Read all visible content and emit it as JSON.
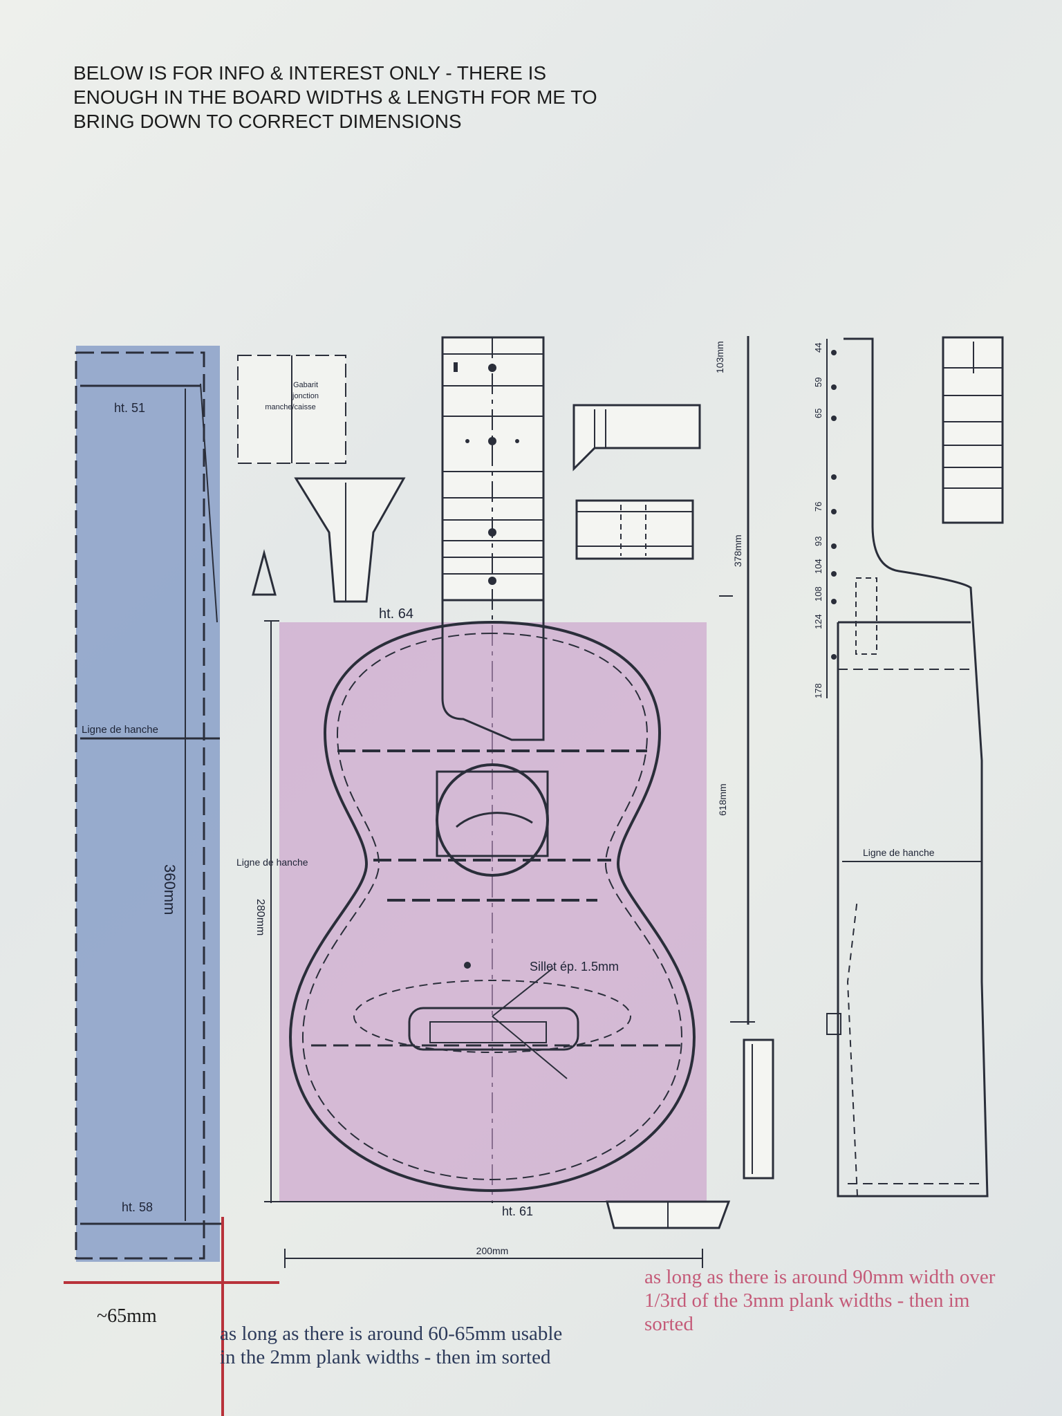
{
  "header": {
    "lines": [
      "BELOW IS FOR INFO & INTEREST ONLY - THERE IS",
      "ENOUGH IN THE BOARD WIDTHS & LENGTH FOR ME TO",
      "BRING DOWN TO CORRECT DIMENSIONS"
    ]
  },
  "plan_labels": {
    "side_top": "ht. 51",
    "side_waist": "Ligne de hanche",
    "side_length": "360mm",
    "side_bottom": "ht. 58",
    "head_label_1": "Gabarit",
    "head_label_2": "jonction",
    "head_label_3": "manche/caisse",
    "body_top": "ht. 64",
    "body_waist": "Ligne de hanche",
    "body_length": "280mm",
    "bridge_note": "Sillet ép. 1.5mm",
    "body_bottom": "ht. 61",
    "body_width": "200mm",
    "neck_length": "103mm",
    "scale_length": "378mm",
    "total_length": "618mm",
    "profile_waist": "Ligne de hanche",
    "fret_nums": [
      "44",
      "59",
      "65",
      "76",
      "93",
      "104",
      "108",
      "124",
      "178"
    ]
  },
  "annotations": {
    "width_65": "~65mm",
    "note_2mm_line1": "as long as there is around 60-65mm usable",
    "note_2mm_line2": "in the 2mm plank widths - then im sorted",
    "note_3mm_line1": "as long as there is around 90mm width over",
    "note_3mm_line2": "1/3rd of the 3mm plank widths - then im",
    "note_3mm_line3": "sorted"
  },
  "colors": {
    "blue_overlay": "#8aa0c8",
    "pink_overlay": "#c89ac8",
    "annotation_red": "#b8323a",
    "note_pink": "#c45a78",
    "line_dark": "#2a2e3a"
  }
}
